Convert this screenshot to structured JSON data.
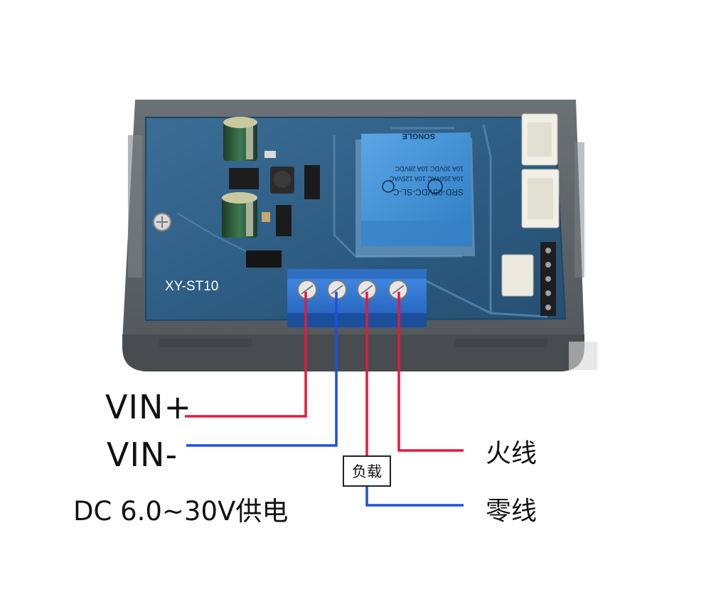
{
  "board": {
    "model": "XY-ST10",
    "relay_brand": "SONGLE",
    "relay_model": "SRD-05VDC-SL-C",
    "relay_rating_1": "10A 250VAC  10A 125VAC",
    "relay_rating_2": "10A 30VDC  10A 28VDC"
  },
  "labels": {
    "vin_plus": "VIN+",
    "vin_minus": "VIN-",
    "dc_supply": "DC 6.0~30V供电",
    "fire_line": "火线",
    "zero_line": "零线",
    "load": "负载"
  },
  "colors": {
    "wire_positive": "#e8173b",
    "wire_negative": "#1f4fe0",
    "pcb": "#2e5f86",
    "enclosure": "#5d6468",
    "terminal_block": "#2a6fd0",
    "relay": "#3b8fd6"
  }
}
